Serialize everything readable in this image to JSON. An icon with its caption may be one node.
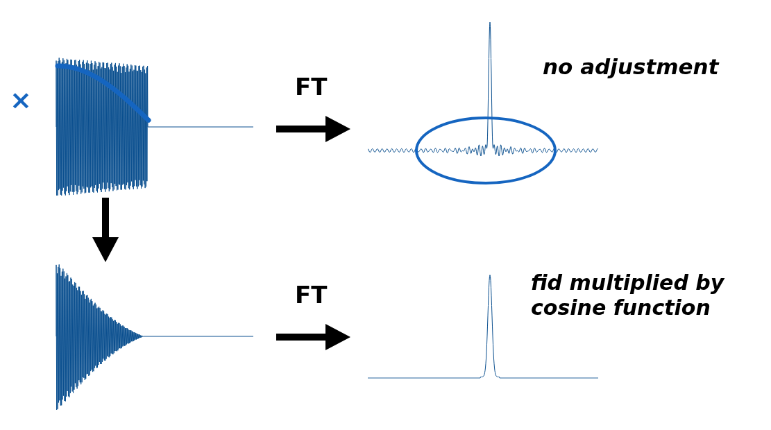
{
  "diagram": {
    "nodes": [
      {
        "text": [],
        "shape": "picture"
      },
      {
        "text": [],
        "shape": "picture"
      },
      {
        "text": [],
        "shape": "picture"
      },
      {
        "text": [],
        "shape": "picture"
      }
    ],
    "edges": [
      {
        "from": 0,
        "to": 1,
        "arrow": "to",
        "label": "FT"
      },
      {
        "from": 0,
        "to": 2,
        "arrow": "to"
      },
      {
        "from": 2,
        "to": 3,
        "arrow": "to",
        "label": "FT"
      }
    ],
    "labels": [
      "×",
      "no adjustment",
      "fid multiplied by cosine function"
    ]
  }
}
